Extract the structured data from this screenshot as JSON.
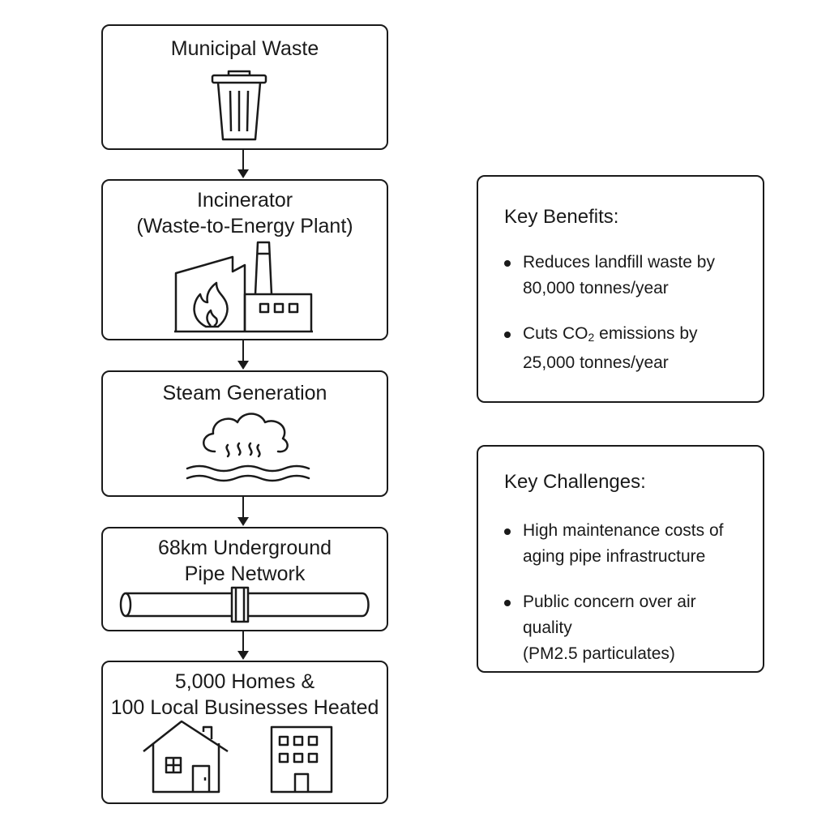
{
  "flow": [
    {
      "id": "waste",
      "label": [
        "Municipal Waste"
      ],
      "icon": "trash-can-icon"
    },
    {
      "id": "incinerator",
      "label": [
        "Incinerator",
        "(Waste-to-Energy Plant)"
      ],
      "icon": "factory-fire-icon"
    },
    {
      "id": "steam",
      "label": [
        "Steam Generation"
      ],
      "icon": "steam-cloud-icon"
    },
    {
      "id": "pipes",
      "label": [
        "68km Underground",
        "Pipe Network"
      ],
      "icon": "pipe-icon"
    },
    {
      "id": "homes",
      "label": [
        "5,000 Homes &",
        "100 Local Businesses Heated"
      ],
      "icon": "house-building-icon"
    }
  ],
  "benefits": {
    "title": "Key Benefits:",
    "items": [
      {
        "line1": "Reduces landfill waste by",
        "line2": "80,000 tonnes/year"
      },
      {
        "line1_pre": "Cuts CO",
        "line1_sub": "2",
        "line1_post": " emissions by",
        "line2": "25,000 tonnes/year"
      }
    ]
  },
  "challenges": {
    "title": "Key Challenges:",
    "items": [
      {
        "line1": "High maintenance costs of",
        "line2": "aging pipe infrastructure"
      },
      {
        "line1": "Public concern over air quality",
        "line2": "(PM2.5 particulates)"
      }
    ]
  }
}
